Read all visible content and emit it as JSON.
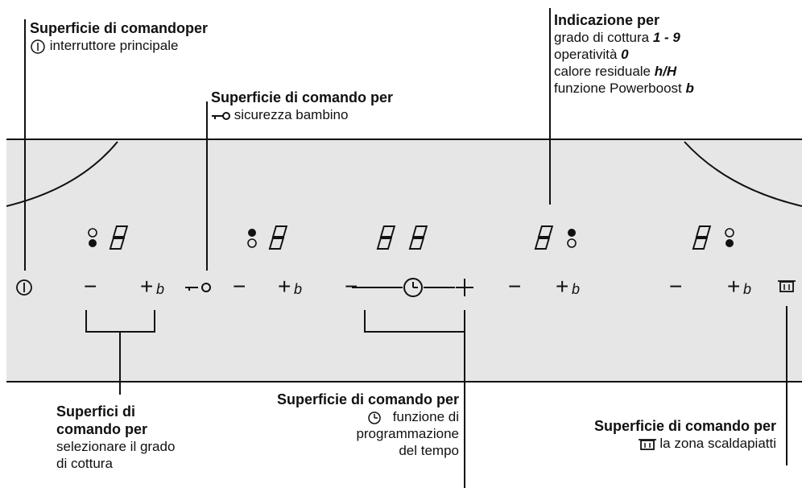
{
  "labels": {
    "main_switch": {
      "title": "Superficie di comandoper",
      "text": "interruttore principale"
    },
    "child_lock": {
      "title": "Superficie di comando per",
      "text": "sicurezza bambino"
    },
    "indication": {
      "title": "Indicazione per",
      "line1": "grado di cottura",
      "line1_value": "1 - 9",
      "line2": "operatività",
      "line2_value": "0",
      "line3": "calore residuale",
      "line3_value": "h/H",
      "line4": "funzione Powerboost",
      "line4_value": "b"
    },
    "power_level": {
      "title1": "Superfici di",
      "title2": "comando per",
      "text1": "selezionare il grado",
      "text2": "di cottura"
    },
    "timer": {
      "title": "Superficie di comando per",
      "text1": "funzione di",
      "text2": "programmazione",
      "text3": "del tempo"
    },
    "warming_zone": {
      "title": "Superficie di comando per",
      "text": "la zona scaldapiatti"
    }
  },
  "controls": {
    "minus": "−",
    "plus": "+",
    "boost": "b"
  },
  "icons": [
    "power-icon",
    "key-icon",
    "clock-icon",
    "warming-zone-icon"
  ]
}
